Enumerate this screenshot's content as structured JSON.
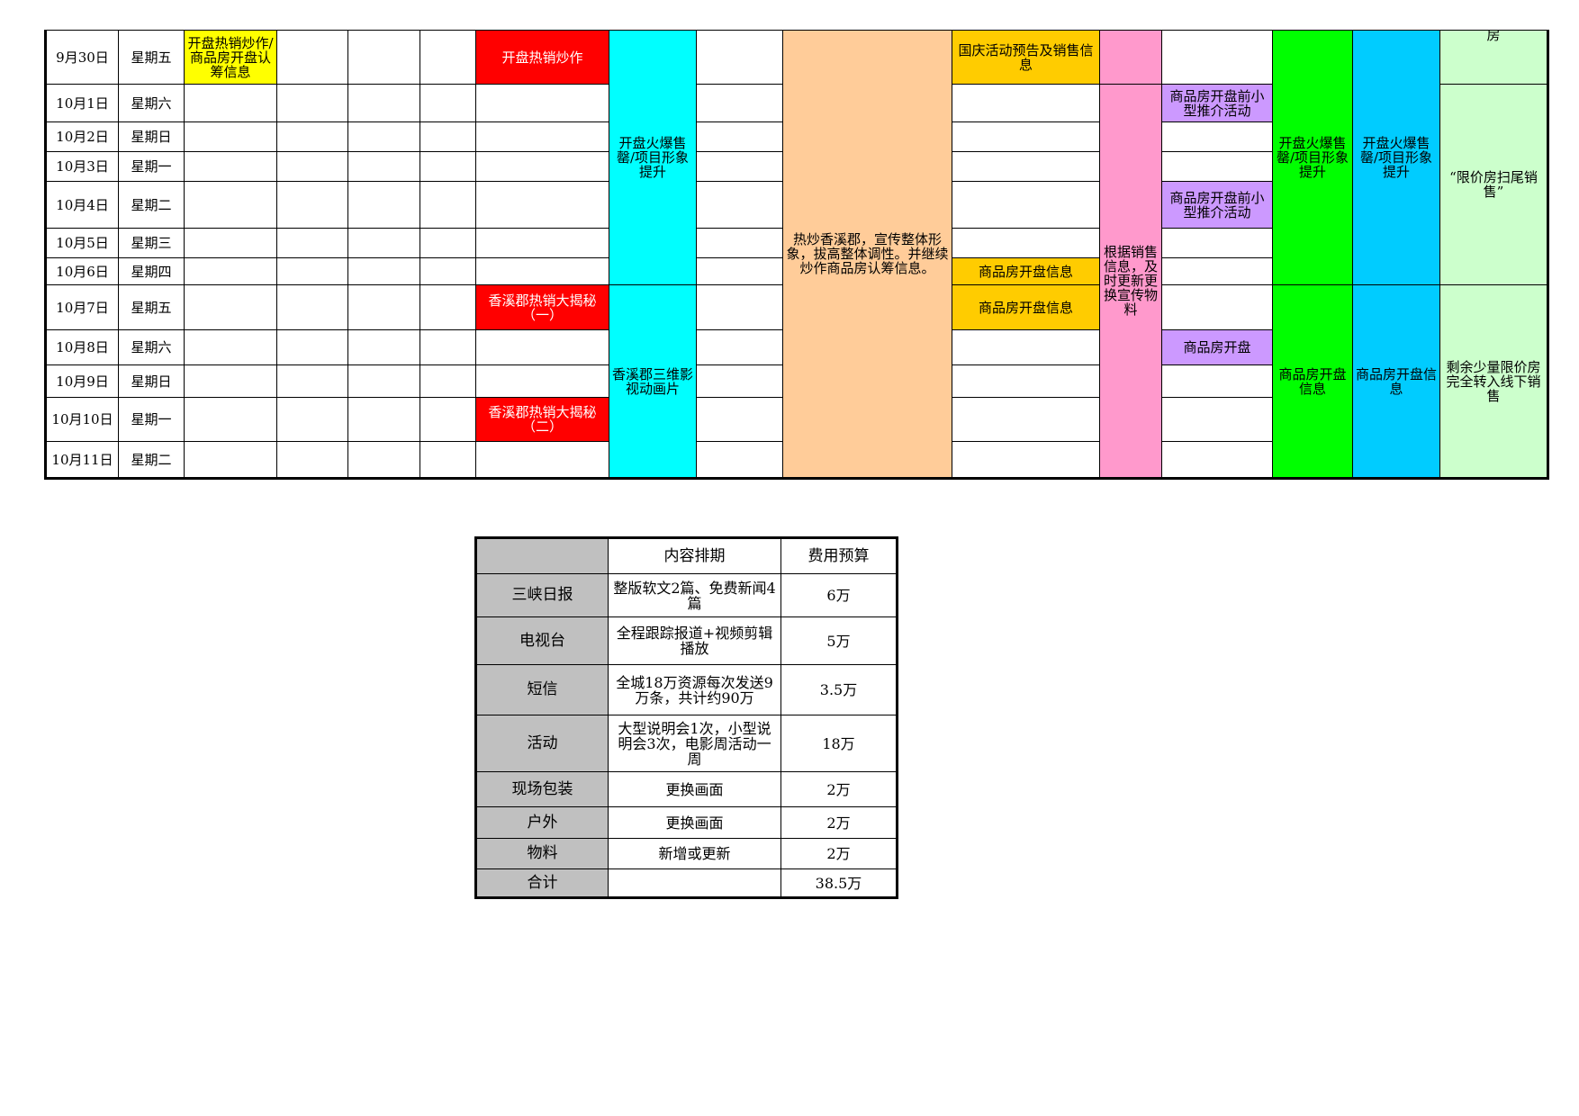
{
  "schedule": {
    "rows": [
      {
        "date": "9月30日",
        "weekday": "星期五"
      },
      {
        "date": "10月1日",
        "weekday": "星期六"
      },
      {
        "date": "10月2日",
        "weekday": "星期日"
      },
      {
        "date": "10月3日",
        "weekday": "星期一"
      },
      {
        "date": "10月4日",
        "weekday": "星期二"
      },
      {
        "date": "10月5日",
        "weekday": "星期三"
      },
      {
        "date": "10月6日",
        "weekday": "星期四"
      },
      {
        "date": "10月7日",
        "weekday": "星期五"
      },
      {
        "date": "10月8日",
        "weekday": "星期六"
      },
      {
        "date": "10月9日",
        "weekday": "星期日"
      },
      {
        "date": "10月10日",
        "weekday": "星期一"
      },
      {
        "date": "10月11日",
        "weekday": "星期二"
      }
    ],
    "cells": {
      "col3_r0": "开盘热销炒作/商品房开盘认筹信息",
      "col7_r0": "开盘热销炒作",
      "col7_r7": "香溪郡热销大揭秘（一）",
      "col7_r10": "香溪郡热销大揭秘（二）",
      "col8_a": "开盘火爆售罄/项目形象提升",
      "col8_b": "香溪郡三维影视动画片",
      "col10": "热炒香溪郡，宣传整体形象，拔高整体调性。并继续炒作商品房认筹信息。",
      "col11_r0": "国庆活动预告及销售信息",
      "col11_r6": "商品房开盘信息",
      "col11_r7": "商品房开盘信息",
      "col12_b": "根据销售信息，及时更新更换宣传物料",
      "col13_r1": "商品房开盘前小型推介活动",
      "col13_r4": "商品房开盘前小型推介活动",
      "col13_r8": "商品房开盘",
      "col14_a": "开盘火爆售罄/项目形象提升",
      "col14_b": "商品房开盘信息",
      "col15_a": "开盘火爆售罄/项目形象提升",
      "col15_b": "商品房开盘信息",
      "col16_r0": "房",
      "col16_a": "“限价房扫尾销售”",
      "col16_b": "剩余少量限价房完全转入线下销售"
    }
  },
  "budget": {
    "headers": [
      "",
      "内容排期",
      "费用预算"
    ],
    "rows": [
      {
        "channel": "三峡日报",
        "content": "整版软文2篇、免费新闻4篇",
        "cost": "6万"
      },
      {
        "channel": "电视台",
        "content": "全程跟踪报道+视频剪辑播放",
        "cost": "5万"
      },
      {
        "channel": "短信",
        "content": "全城18万资源每次发送9万条，共计约90万",
        "cost": "3.5万"
      },
      {
        "channel": "活动",
        "content": "大型说明会1次，小型说明会3次，电影周活动一周",
        "cost": "18万"
      },
      {
        "channel": "现场包装",
        "content": "更换画面",
        "cost": "2万"
      },
      {
        "channel": "户外",
        "content": "更换画面",
        "cost": "2万"
      },
      {
        "channel": "物料",
        "content": "新增或更新",
        "cost": "2万"
      },
      {
        "channel": "合计",
        "content": "",
        "cost": "38.5万"
      }
    ]
  }
}
